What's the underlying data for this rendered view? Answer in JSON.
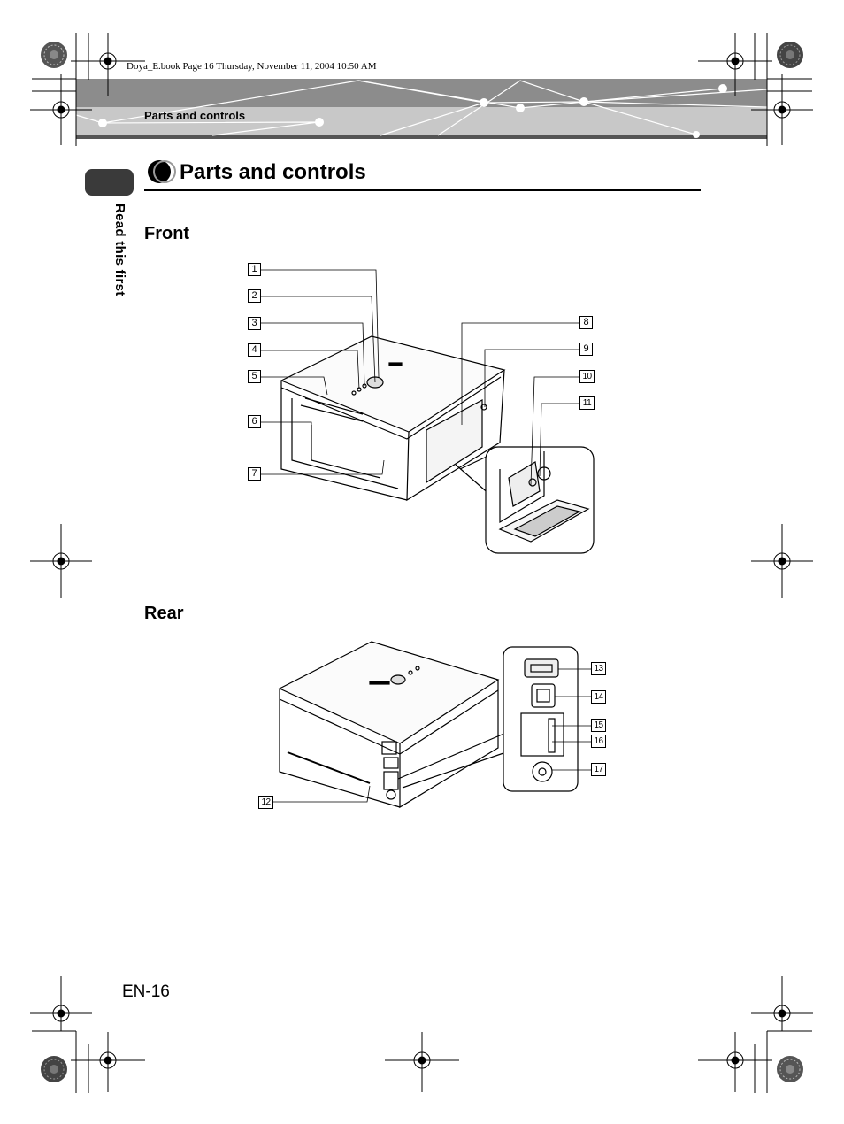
{
  "header": {
    "file_info": "Doya_E.book  Page 16  Thursday, November 11, 2004  10:50 AM",
    "running_title": "Parts and controls"
  },
  "side_tab": {
    "label": "Read this first"
  },
  "section": {
    "title": "Parts and controls"
  },
  "front": {
    "heading": "Front",
    "callouts": [
      "1",
      "2",
      "3",
      "4",
      "5",
      "6",
      "7",
      "8",
      "9",
      "10",
      "11"
    ]
  },
  "rear": {
    "heading": "Rear",
    "callouts": [
      "12",
      "13",
      "14",
      "15",
      "16",
      "17"
    ]
  },
  "footer": {
    "page_number": "EN-16"
  },
  "colors": {
    "header_band": "#8c8c8c",
    "header_band_light": "#c8c8c8",
    "side_tab": "#3a3a3a"
  }
}
